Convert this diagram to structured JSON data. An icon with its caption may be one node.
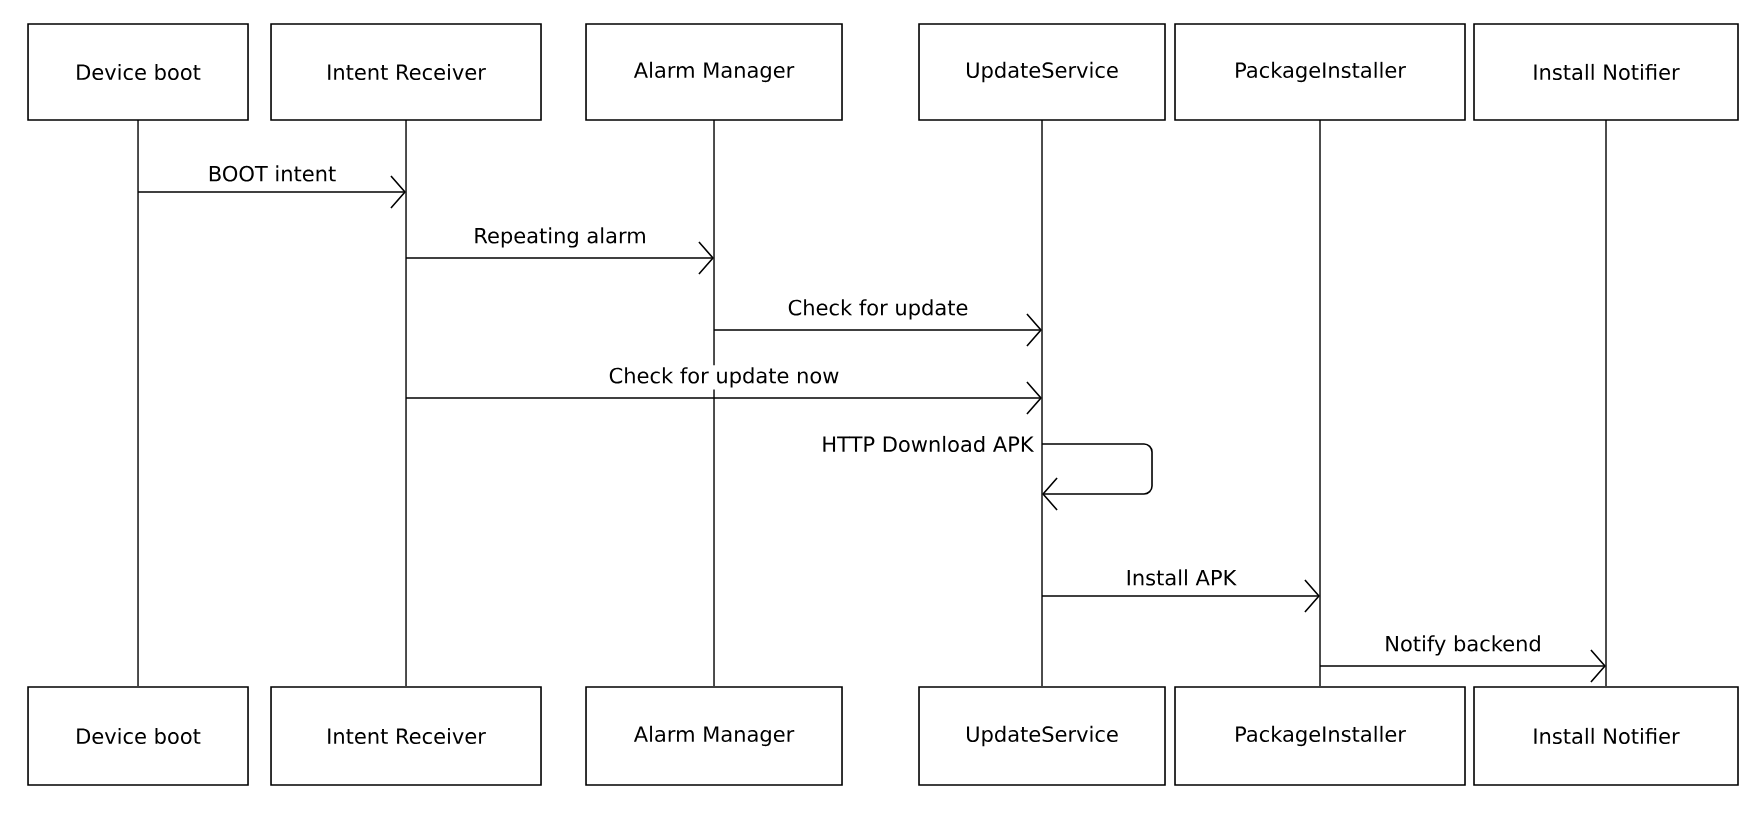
{
  "diagram": {
    "nodes": [
      {
        "text": [
          "Device boot"
        ]
      },
      {
        "text": [
          "Intent Receiver"
        ]
      },
      {
        "text": [
          "Alarm Manager"
        ]
      },
      {
        "text": [
          "UpdateService"
        ]
      },
      {
        "text": [
          "PackageInstaller"
        ]
      },
      {
        "text": [
          "Install Notifier"
        ]
      },
      {
        "text": [
          "Device boot"
        ]
      },
      {
        "text": [
          "Intent Receiver"
        ]
      },
      {
        "text": [
          "Alarm Manager"
        ]
      },
      {
        "text": [
          "UpdateService"
        ]
      },
      {
        "text": [
          "PackageInstaller"
        ]
      },
      {
        "text": [
          "Install Notifier"
        ]
      },
      {
        "text": [],
        "shape": "line"
      },
      {
        "text": [],
        "shape": "line"
      },
      {
        "text": [],
        "shape": "line"
      },
      {
        "text": [],
        "shape": "line"
      },
      {
        "text": [],
        "shape": "line"
      },
      {
        "text": [],
        "shape": "line"
      }
    ],
    "edges": [
      {
        "from": 12,
        "to": 13,
        "label": "BOOT intent",
        "arrow": "to"
      },
      {
        "from": 13,
        "to": 14,
        "label": "Repeating alarm",
        "arrow": "to"
      },
      {
        "from": 14,
        "to": 15,
        "label": "Check for update",
        "arrow": "to"
      },
      {
        "from": 13,
        "to": 15,
        "label": "Check for update now",
        "arrow": "to"
      },
      {
        "from": 15,
        "to": 15,
        "label": "HTTP Download APK",
        "arrow": "to"
      },
      {
        "from": 15,
        "to": 16,
        "label": "Install APK",
        "arrow": "to"
      },
      {
        "from": 16,
        "to": 17,
        "label": "Notify backend",
        "arrow": "to"
      }
    ]
  }
}
